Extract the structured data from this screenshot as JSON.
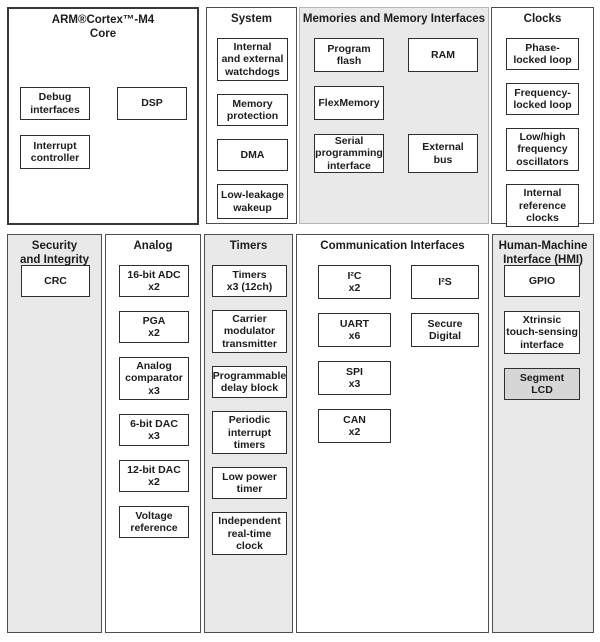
{
  "colors": {
    "section_gray": "#e9e9e9",
    "block_fill": "#ffffff",
    "segment_lcd_fill": "#d6d6d6",
    "block_border": "#2e2e2e",
    "column_border": "#4f4f4f"
  },
  "core": {
    "header": "ARM®Cortex™-M4\nCore",
    "blocks": [
      "Debug\ninterfaces",
      "DSP",
      "Interrupt\ncontroller"
    ]
  },
  "system": {
    "header": "System",
    "blocks": [
      "Internal\nand external\nwatchdogs",
      "Memory\nprotection",
      "DMA",
      "Low-leakage\nwakeup"
    ]
  },
  "memories": {
    "header": "Memories and Memory Interfaces",
    "blocks_left": [
      "Program\nflash",
      "FlexMemory",
      "Serial\nprogramming\ninterface"
    ],
    "blocks_right": [
      "RAM",
      "External\nbus"
    ]
  },
  "clocks": {
    "header": "Clocks",
    "blocks": [
      "Phase-\nlocked loop",
      "Frequency-\nlocked loop",
      "Low/high\nfrequency\noscillators",
      "Internal\nreference\nclocks"
    ]
  },
  "security": {
    "header": "Security\nand Integrity",
    "blocks": [
      "CRC"
    ]
  },
  "analog": {
    "header": "Analog",
    "blocks": [
      "16-bit ADC\nx2",
      "PGA\nx2",
      "Analog\ncomparator\nx3",
      "6-bit DAC\nx3",
      "12-bit DAC\nx2",
      "Voltage\nreference"
    ]
  },
  "timers": {
    "header": "Timers",
    "blocks": [
      "Timers\nx3 (12ch)",
      "Carrier\nmodulator\ntransmitter",
      "Programmable\ndelay block",
      "Periodic\ninterrupt\ntimers",
      "Low power\ntimer",
      "Independent\nreal-time\nclock"
    ]
  },
  "comm": {
    "header": "Communication Interfaces",
    "blocks_left": [
      "I²C\nx2",
      "UART\nx6",
      "SPI\nx3",
      "CAN\nx2"
    ],
    "blocks_right": [
      "I²S",
      "Secure\nDigital"
    ]
  },
  "hmi": {
    "header": "Human-Machine\nInterface (HMI)",
    "blocks": [
      "GPIO",
      "Xtrinsic\ntouch-sensing\ninterface",
      "Segment\nLCD"
    ]
  }
}
